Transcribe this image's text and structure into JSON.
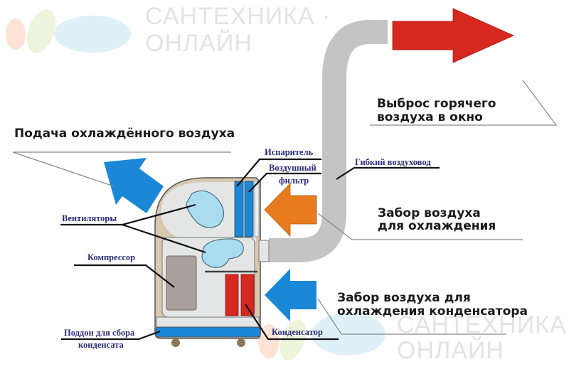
{
  "watermark": {
    "line1": "САНТЕХНИКА ·",
    "line2": "ОНЛАЙН"
  },
  "headings": {
    "hot_air_out_line1": "Выброс горячего",
    "hot_air_out_line2": "воздуха в окно",
    "cool_air_supply": "Подача охлаждённого воздуха",
    "air_intake_cooling_line1": "Забор воздуха",
    "air_intake_cooling_line2": "для охлаждения",
    "air_intake_condenser_line1": "Забор воздуха для",
    "air_intake_condenser_line2": "охлаждения конденсатора"
  },
  "labels": {
    "evaporator": "Испаритель",
    "air_filter_line1": "Воздушный",
    "air_filter_line2": "фильтр",
    "flexible_duct": "Гибкий воздуховод",
    "fans": "Вентиляторы",
    "compressor": "Компрессор",
    "drain_pan_line1": "Поддон для сбора",
    "drain_pan_line2": "конденсата",
    "condenser": "Конденсатор"
  },
  "colors": {
    "hot_arrow": "#d7281f",
    "cold_arrow": "#1a88d6",
    "intake_arrow": "#e87b1e",
    "duct": "#c4c4c4",
    "evaporator": "#1a88d6",
    "condenser": "#d7281f",
    "fan": "#aadcf0",
    "compressor": "#a8a09a",
    "body": "#e4e6e6",
    "casing": "#d9c7b0",
    "label_text": "#2c2a7a"
  }
}
